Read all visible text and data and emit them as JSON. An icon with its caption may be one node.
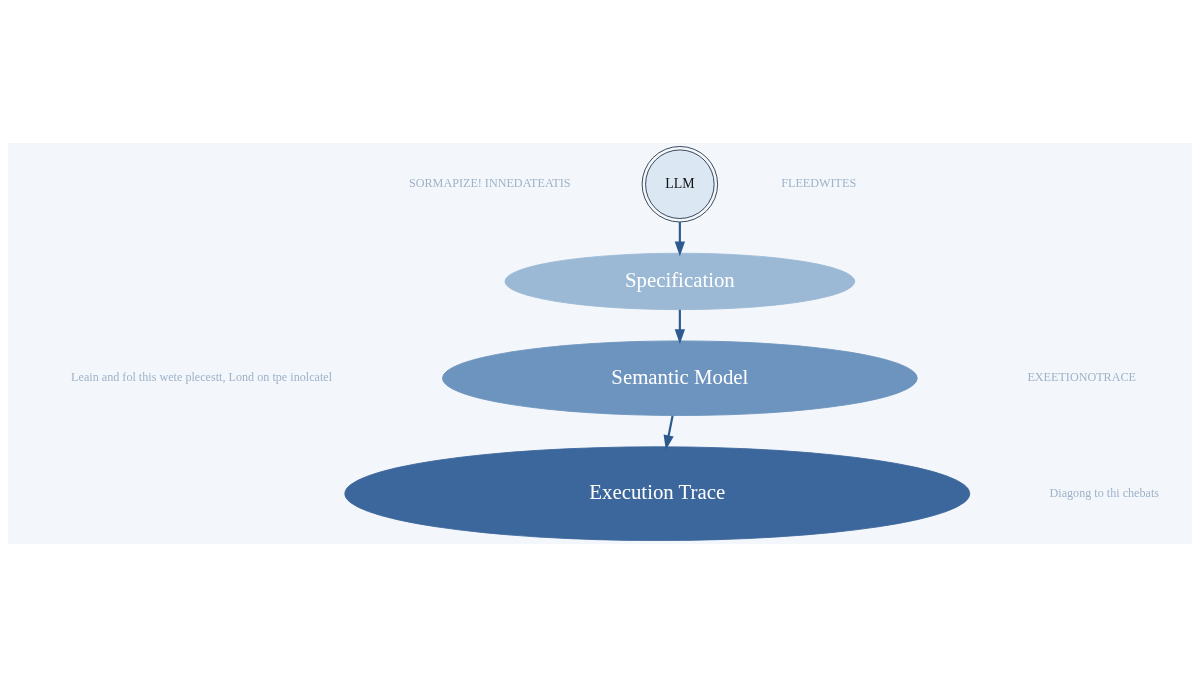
{
  "diagram": {
    "nodes": [
      {
        "text": [
          "LLM"
        ]
      },
      {
        "text": [
          "Specification"
        ]
      },
      {
        "text": [
          "Semantic Model"
        ]
      },
      {
        "text": [
          "Execution Trace"
        ]
      }
    ],
    "edges": [
      {
        "from": 0,
        "to": 1,
        "arrow": "to"
      },
      {
        "from": 1,
        "to": 2,
        "arrow": "to"
      },
      {
        "from": 2,
        "to": 3,
        "arrow": "to"
      }
    ],
    "labels": [
      "SORMAPIZE! INNEDATEATIS",
      "FLEEDWITES",
      "Leain and fol this wete plecestt, Lond on tpe inolcatel",
      "EXEETIONOTRACE",
      "Diagong to thi chebats"
    ]
  }
}
